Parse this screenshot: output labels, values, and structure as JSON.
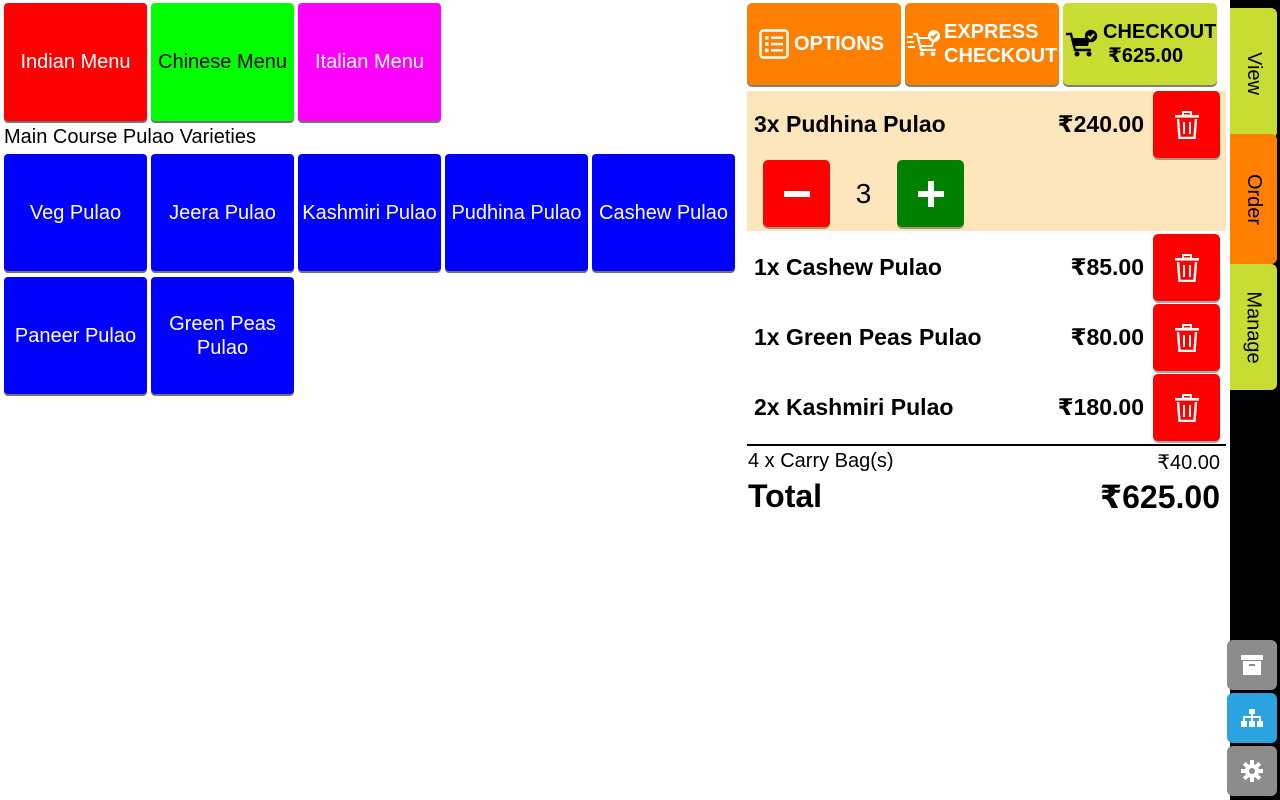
{
  "menus": [
    {
      "label": "Indian Menu",
      "color": "#ff0000",
      "text_color": "#ffffff"
    },
    {
      "label": "Chinese Menu",
      "color": "#00ff00",
      "text_color": "#000000"
    },
    {
      "label": "Italian Menu",
      "color": "#ff00ff",
      "text_color": "#ffffff"
    }
  ],
  "section_title": "Main Course Pulao Varieties",
  "items": [
    {
      "label": "Veg Pulao"
    },
    {
      "label": "Jeera Pulao"
    },
    {
      "label": "Kashmiri Pulao"
    },
    {
      "label": "Pudhina Pulao"
    },
    {
      "label": "Cashew Pulao"
    },
    {
      "label": "Paneer Pulao"
    },
    {
      "label": "Green Peas Pulao"
    }
  ],
  "item_color": "#0000ff",
  "toolbar": {
    "options_label": "OPTIONS",
    "express_line1": "EXPRESS",
    "express_line2": "CHECKOUT",
    "checkout_line1": "CHECKOUT",
    "checkout_line2": "₹625.00",
    "options_color": "#ff8000",
    "checkout_color": "#c8dc32"
  },
  "order": {
    "selected": {
      "name": "3x Pudhina Pulao",
      "price": "₹240.00",
      "quantity": "3",
      "highlight_color": "#fde6bc"
    },
    "lines": [
      {
        "name": "1x Cashew Pulao",
        "price": "₹85.00"
      },
      {
        "name": "1x Green Peas Pulao",
        "price": "₹80.00"
      },
      {
        "name": "2x Kashmiri Pulao",
        "price": "₹180.00"
      }
    ],
    "carry_bag_label": "4 x Carry Bag(s)",
    "carry_bag_price": "₹40.00",
    "total_label": "Total",
    "total_value": "₹625.00"
  },
  "side_tabs": [
    {
      "label": "View",
      "color": "#c8dc32"
    },
    {
      "label": "Order",
      "color": "#ff8000"
    },
    {
      "label": "Manage",
      "color": "#c8dc32"
    }
  ],
  "side_icons": [
    {
      "name": "archive-icon",
      "color": "#8c8c8c"
    },
    {
      "name": "sitemap-icon",
      "color": "#2aa3e0"
    },
    {
      "name": "gear-icon",
      "color": "#8c8c8c"
    }
  ]
}
